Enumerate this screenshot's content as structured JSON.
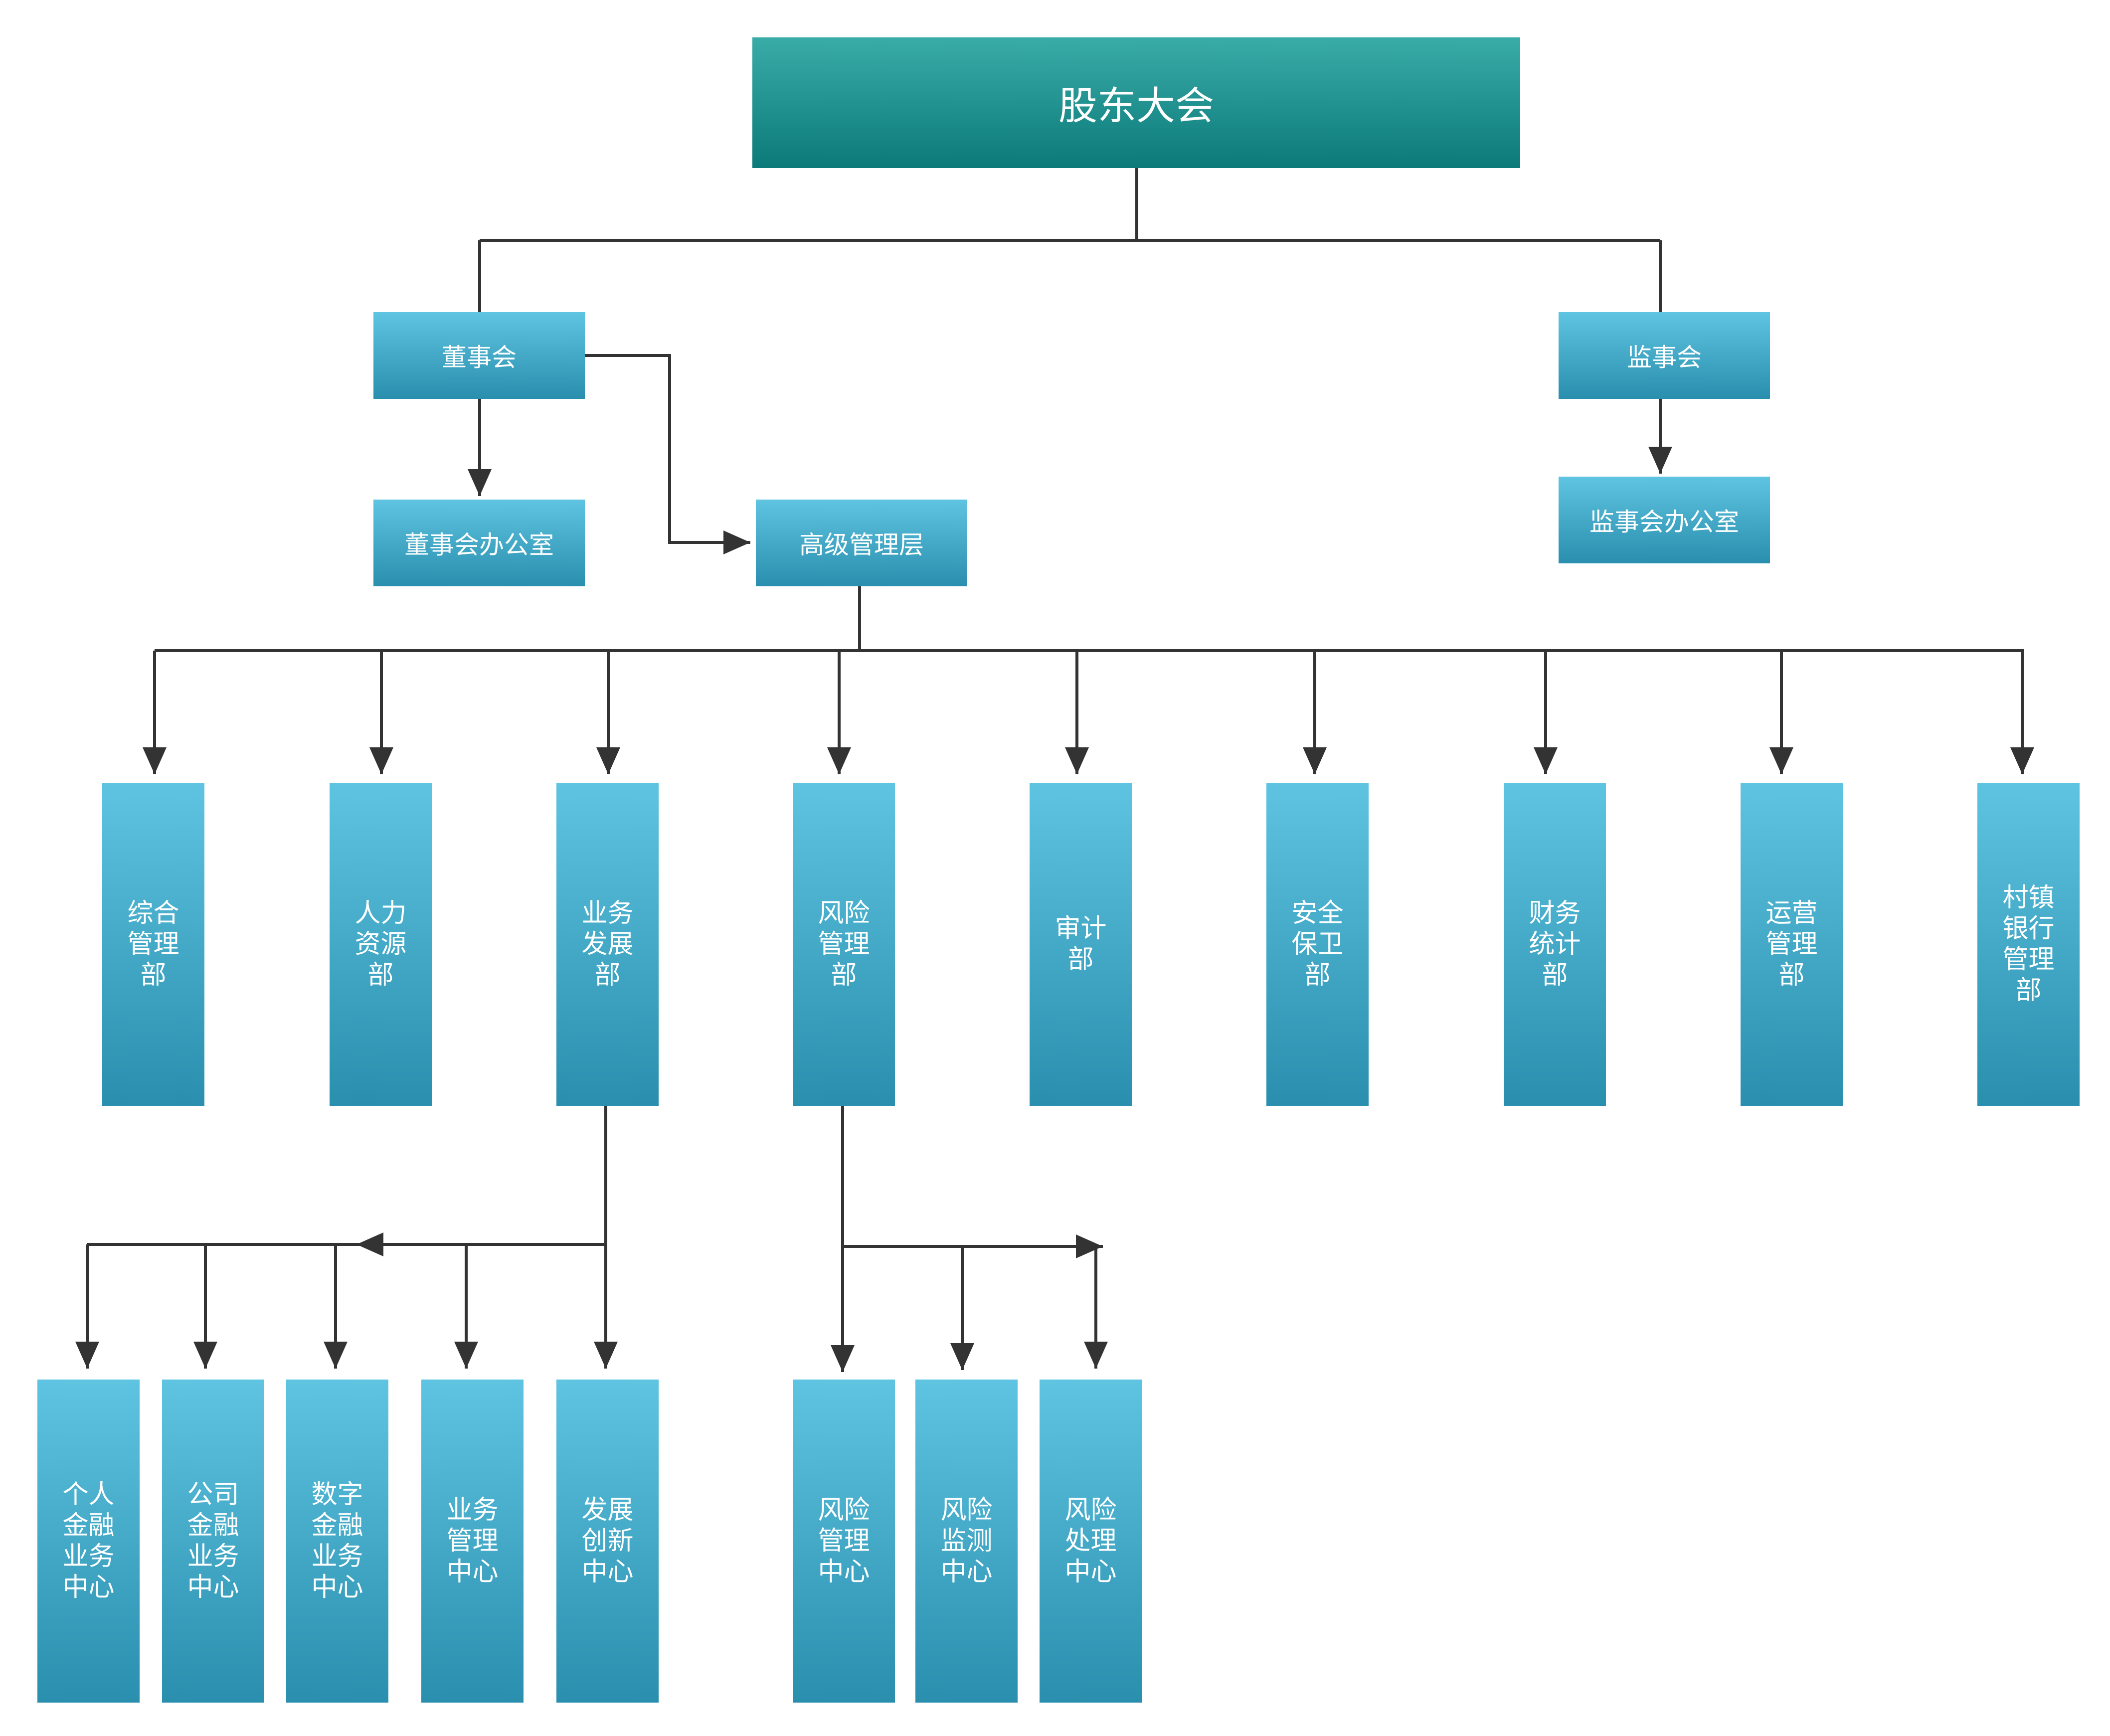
{
  "colors": {
    "top_node": "#1a9090",
    "node": "#4ab0cf",
    "line": "#333333"
  },
  "nodes": {
    "shareholders": "股东大会",
    "board": "董事会",
    "supervisors": "监事会",
    "board_office": "董事会办公室",
    "senior_mgmt": "高级管理层",
    "supervisors_office": "监事会办公室"
  },
  "departments": [
    "综合管理部",
    "人力资源部",
    "业务发展部",
    "风险管理部",
    "审计部",
    "安全保卫部",
    "财务统计部",
    "运营管理部",
    "村镇银行管理部"
  ],
  "business_centers": [
    "个人金融业务中心",
    "公司金融业务中心",
    "数字金融业务中心",
    "业务管理中心",
    "发展创新中心"
  ],
  "risk_centers": [
    "风险管理中心",
    "风险监测中心",
    "风险处理中心"
  ]
}
